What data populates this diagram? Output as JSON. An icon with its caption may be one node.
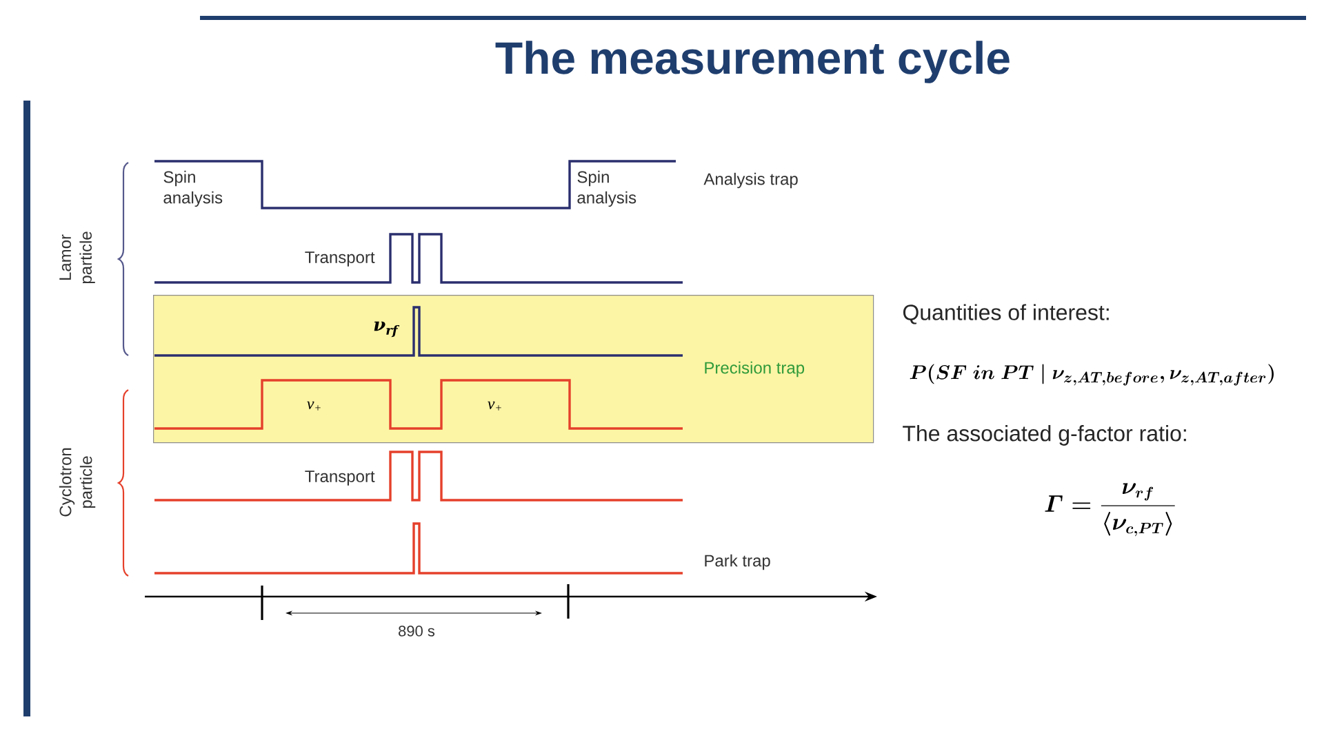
{
  "diagram": {
    "title": "The measurement cycle",
    "nodes": [
      {
        "text": [
          "ν$_{rf}$",
          "Precision trap",
          "ν$_{+}$",
          "ν$_{+}$"
        ]
      }
    ],
    "labels": [
      "Spin analysis",
      "Spin analysis",
      "Analysis trap",
      "Lamor particle",
      "Transport",
      "Transport",
      "Cyclotron particle",
      "Park trap",
      "890 s",
      "Quantities of interest:",
      "P(SF\\ in\\ PT\\ |\\ \\nu_{z,AT,before}, \\nu_{z,AT,after})",
      "The associated g-factor ratio:",
      "\\mathnormal{\\Gamma} = \\dfrac{\\nu_{rf}}{\\langle \\nu_{c,PT} \\rangle}"
    ]
  }
}
